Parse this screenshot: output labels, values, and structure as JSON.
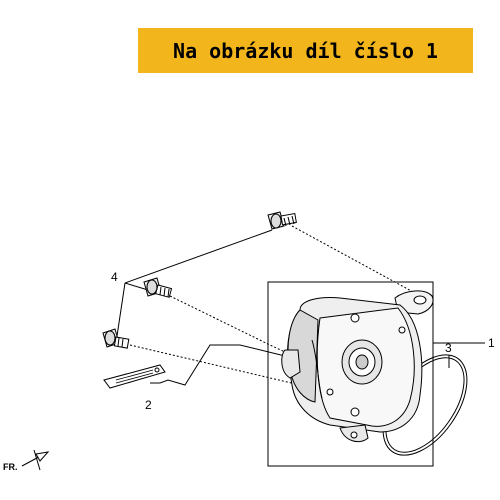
{
  "banner": {
    "text": "Na obrázku díl číslo 1"
  },
  "callouts": {
    "part1": "1",
    "part2": "2",
    "part3": "3",
    "part4": "4"
  },
  "direction_label": "FR.",
  "colors": {
    "banner": "#f2b51c",
    "line": "#000000"
  }
}
